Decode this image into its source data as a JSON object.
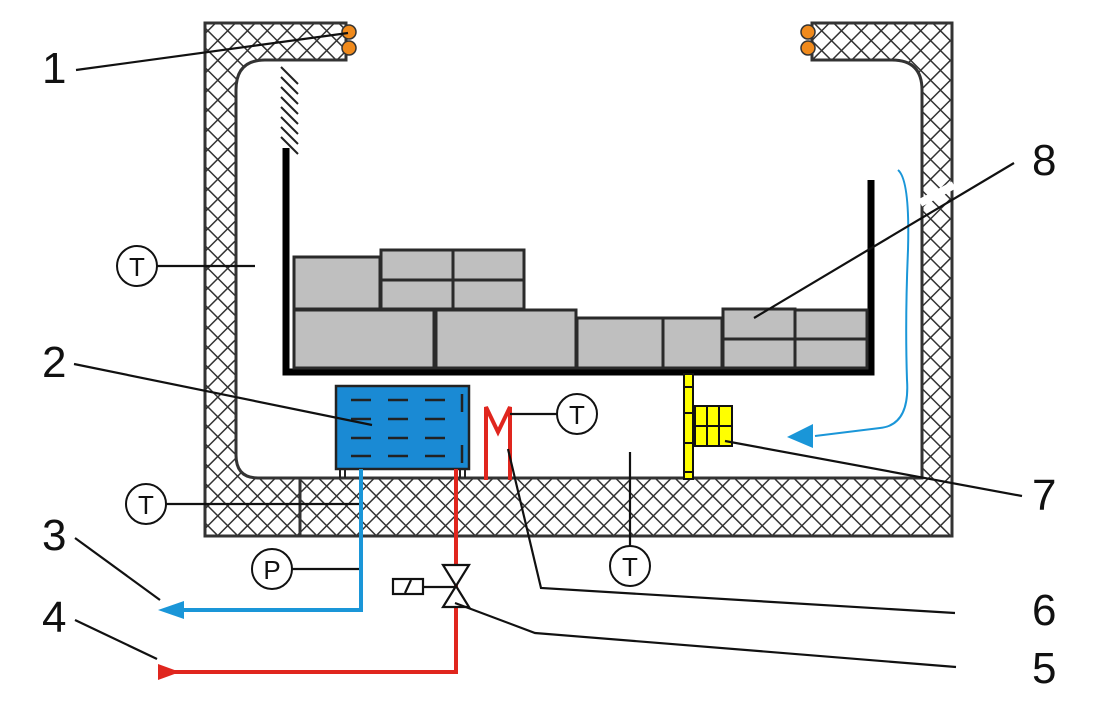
{
  "title": "Cold storage room schematic with evaporative cooling tank, valve and fan",
  "colors": {
    "insulation_stroke": "#333333",
    "seal": "#f08a1c",
    "tank": "#1a8ad4",
    "cold_line": "#1a96d8",
    "hot_line": "#e0261e",
    "fan": "#ffff00",
    "cargo": "#bfbfbf",
    "frame": "#000000"
  },
  "callouts": [
    {
      "id": "1",
      "label": "1",
      "meaning": "door-seal"
    },
    {
      "id": "2",
      "label": "2",
      "meaning": "water-tank"
    },
    {
      "id": "3",
      "label": "3",
      "meaning": "outlet-line"
    },
    {
      "id": "4",
      "label": "4",
      "meaning": "inlet-line"
    },
    {
      "id": "5",
      "label": "5",
      "meaning": "solenoid-valve"
    },
    {
      "id": "6",
      "label": "6",
      "meaning": "heater-element"
    },
    {
      "id": "7",
      "label": "7",
      "meaning": "fan"
    },
    {
      "id": "8",
      "label": "8",
      "meaning": "stored-goods"
    }
  ],
  "sensors": {
    "temp_symbol": "T",
    "pressure_symbol": "P"
  }
}
